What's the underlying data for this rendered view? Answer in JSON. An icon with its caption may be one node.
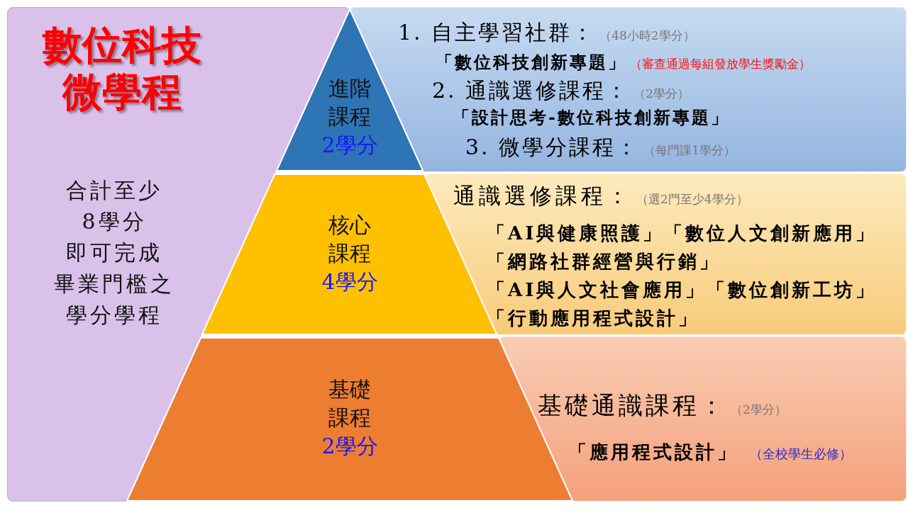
{
  "diagram": {
    "title": "數位科技微學程",
    "nodes": [
      {
        "text": [
          "合計至少8學分即可完成畢業門檻之學分學程"
        ]
      },
      {
        "text": [
          "進階課程",
          "2學分"
        ]
      },
      {
        "text": [
          "1. 自主學習社群：",
          "（48小時2學分）",
          "「數位科技創新專題」",
          "（審查通過每組發放學生獎勵金）",
          "2. 通識選修課程：",
          "（2學分）",
          "「設計思考-數位科技創新專題」",
          "3. 微學分課程：",
          "（每門課1學分）"
        ]
      },
      {
        "text": [
          "核心課程",
          "4學分"
        ]
      },
      {
        "text": [
          "通識選修課程：",
          "（選2門至少4學分）",
          "「AI與健康照護」",
          "「數位人文創新應用」",
          "「網路社群經營與行銷」",
          "「AI與人文社會應用」",
          "「數位創新工坊」",
          "「行動應用程式設計」"
        ]
      },
      {
        "text": [
          "基礎課程",
          "2學分"
        ]
      },
      {
        "text": [
          "基礎通識課程：",
          "（2學分）",
          "「應用程式設計」",
          "（全校學生必修）"
        ]
      }
    ]
  }
}
